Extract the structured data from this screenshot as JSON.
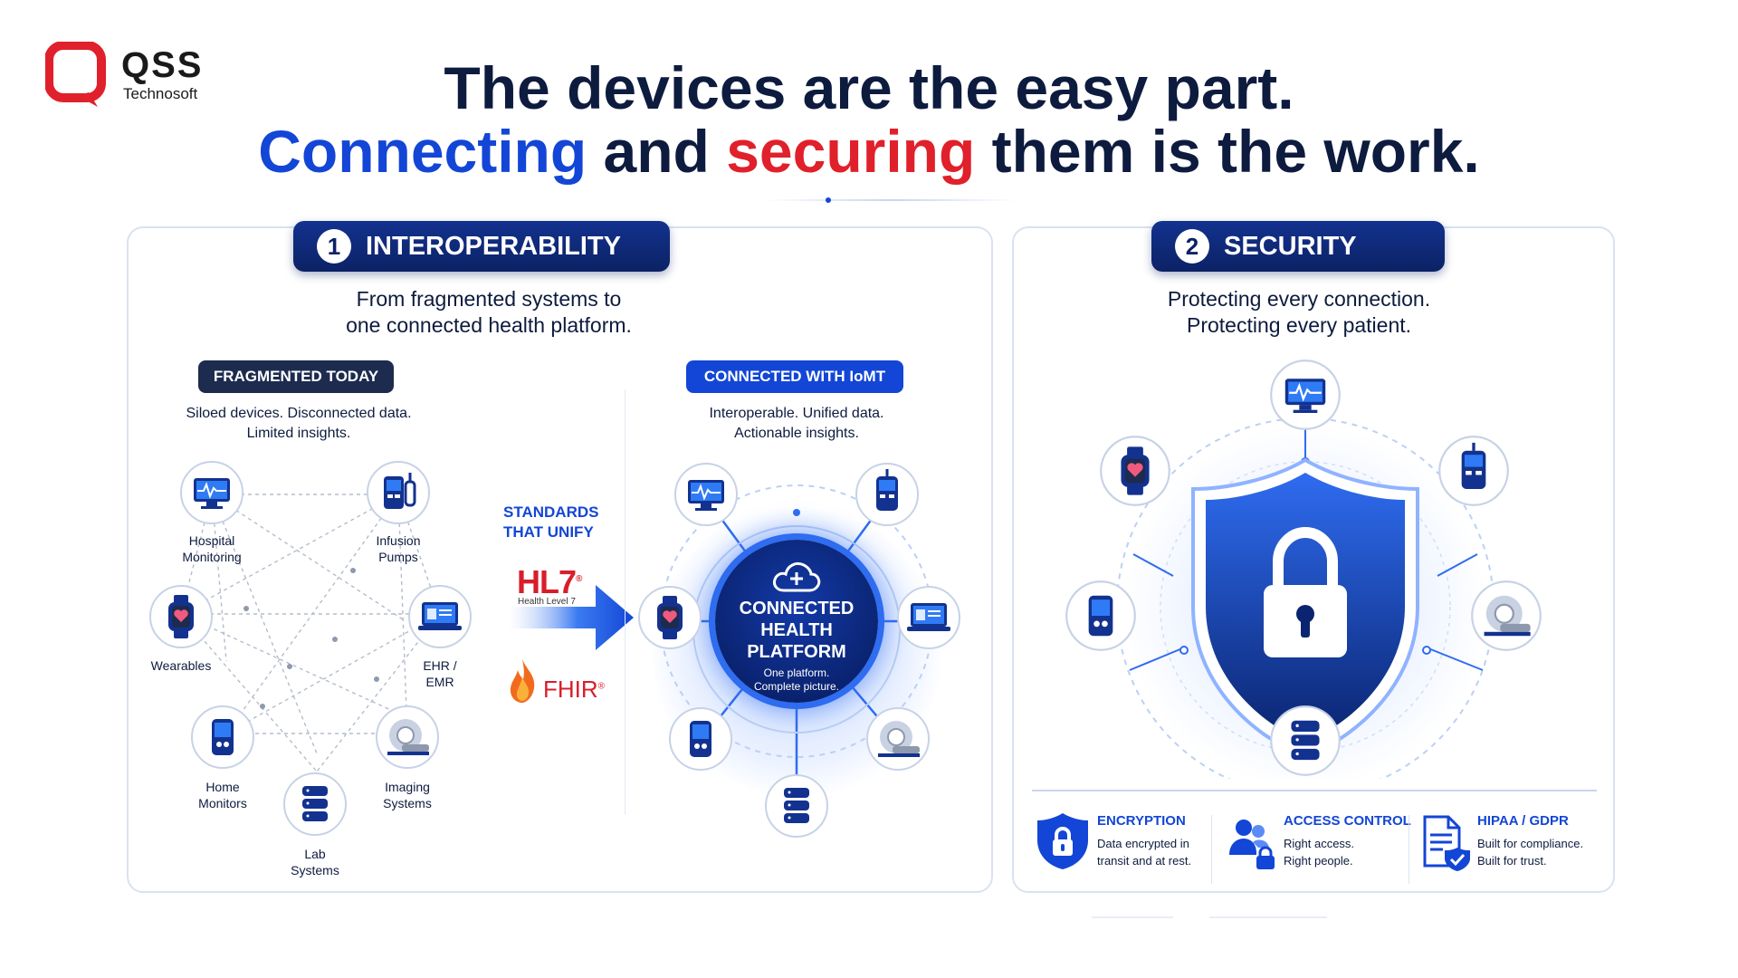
{
  "logo": {
    "name": "QSS",
    "sub": "Technosoft",
    "color": "#e0202b"
  },
  "headline": {
    "line1": "The devices are the easy part.",
    "line2_a": "Connecting",
    "line2_b": " and ",
    "line2_c": "securing",
    "line2_d": " them is the work.",
    "blue": "#1346d6",
    "red": "#e0202b"
  },
  "interop": {
    "number": "1",
    "title": "INTEROPERABILITY",
    "subtitle_1": "From fragmented systems to",
    "subtitle_2": "one connected health platform.",
    "fragmented": {
      "pill": "FRAGMENTED TODAY",
      "caption_1": "Siloed devices. Disconnected data.",
      "caption_2": "Limited insights.",
      "devices": [
        {
          "icon": "monitor-icon",
          "label_1": "Hospital",
          "label_2": "Monitoring"
        },
        {
          "icon": "infusion-pump-icon",
          "label_1": "Infusion",
          "label_2": "Pumps"
        },
        {
          "icon": "smartwatch-icon",
          "label_1": "Wearables",
          "label_2": ""
        },
        {
          "icon": "ehr-laptop-icon",
          "label_1": "EHR /",
          "label_2": "EMR"
        },
        {
          "icon": "home-monitor-icon",
          "label_1": "Home",
          "label_2": "Monitors"
        },
        {
          "icon": "imaging-scanner-icon",
          "label_1": "Imaging",
          "label_2": "Systems"
        },
        {
          "icon": "database-icon",
          "label_1": "Lab",
          "label_2": "Systems"
        }
      ]
    },
    "standards": {
      "title_1": "STANDARDS",
      "title_2": "THAT UNIFY",
      "hl7": "HL7",
      "hl7_mark": "®",
      "hl7_sub": "Health Level 7",
      "fhir": "FHIR",
      "fhir_mark": "®"
    },
    "connected": {
      "pill": "CONNECTED WITH IoMT",
      "caption_1": "Interoperable. Unified data.",
      "caption_2": "Actionable insights.",
      "hub_1": "CONNECTED",
      "hub_2": "HEALTH",
      "hub_3": "PLATFORM",
      "hub_sub_1": "One platform.",
      "hub_sub_2": "Complete picture."
    }
  },
  "security": {
    "number": "2",
    "title": "SECURITY",
    "subtitle_1": "Protecting every connection.",
    "subtitle_2": "Protecting every patient.",
    "features": [
      {
        "icon": "shield-lock-icon",
        "title": "ENCRYPTION",
        "text_1": "Data encrypted in",
        "text_2": "transit and at rest."
      },
      {
        "icon": "users-lock-icon",
        "title": "ACCESS CONTROL",
        "text_1": "Right access.",
        "text_2": "Right people."
      },
      {
        "icon": "document-check-icon",
        "title": "HIPAA / GDPR",
        "text_1": "Built for compliance.",
        "text_2": "Built for trust."
      }
    ]
  }
}
